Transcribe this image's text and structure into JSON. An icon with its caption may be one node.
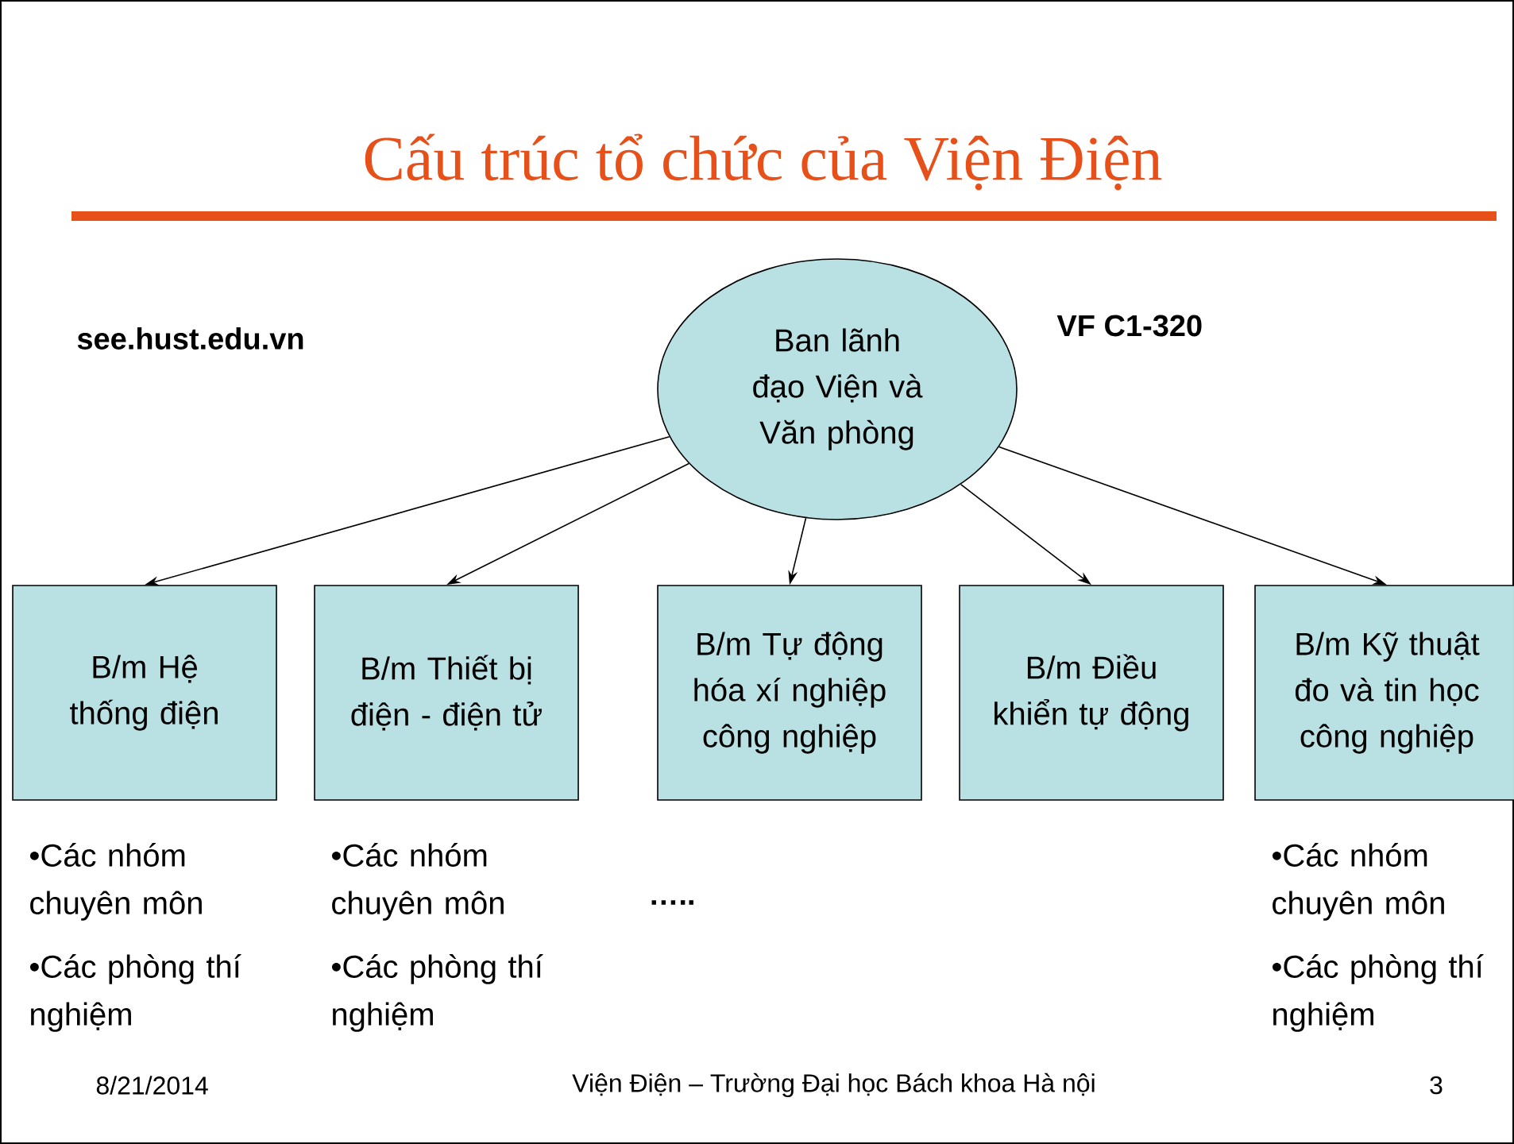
{
  "diagram": {
    "title": "Cấu trúc tổ chức của Viện Điện",
    "nodes": [
      {
        "text": [
          "Ban lãnh đạo Viện và Văn phòng"
        ]
      },
      {
        "text": [
          "B/m Hệ thống điện"
        ]
      },
      {
        "text": [
          "B/m Thiết bị điện - điện tử"
        ]
      },
      {
        "text": [
          "B/m Tự động hóa xí nghiệp công nghiệp"
        ]
      },
      {
        "text": [
          "B/m Điều khiển tự động"
        ]
      },
      {
        "text": [
          "B/m Kỹ thuật đo và tin học công nghiệp"
        ]
      }
    ],
    "edges": [
      {
        "from": 0,
        "to": 1,
        "arrow": "to"
      },
      {
        "from": 0,
        "to": 2,
        "arrow": "to"
      },
      {
        "from": 0,
        "to": 3,
        "arrow": "to"
      },
      {
        "from": 0,
        "to": 4,
        "arrow": "to"
      },
      {
        "from": 0,
        "to": 5,
        "arrow": "to"
      }
    ],
    "labels": [
      "see.hust.edu.vn",
      "VF C1-320",
      "•Các nhóm chuyên môn",
      "•Các nhóm chuyên môn",
      "…..",
      "•Các nhóm chuyên môn",
      "•Các phòng thí nghiệm",
      "•Các phòng thí nghiệm",
      "•Các phòng thí nghiệm",
      "8/21/2014",
      "Viện Điện – Trường Đại học Bách khoa Hà nội",
      "3"
    ]
  }
}
